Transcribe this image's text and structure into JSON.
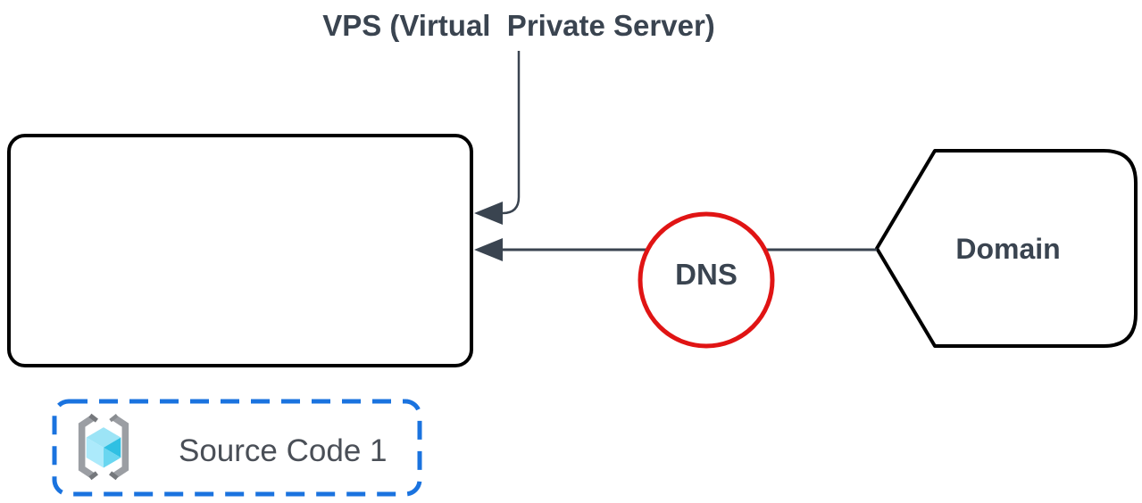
{
  "diagram": {
    "title": "VPS (Virtual  Private Server)",
    "labels": {
      "dns": "DNS",
      "domain": "Domain",
      "source_code": "Source Code 1"
    },
    "icons": {
      "source_code": "cube-in-brackets-icon"
    },
    "colors": {
      "connector": "#3a4450",
      "text": "#3a4450",
      "node_stroke": "#000000",
      "dns_circle_red": "#e01414",
      "source_dashed_blue": "#1a73df",
      "cube_cyan_dark": "#2fc0e3",
      "cube_cyan_light": "#9ce4f6",
      "bracket_gray": "#9b9ea3"
    },
    "connections": [
      {
        "from": "vps-title",
        "to": "vps-box",
        "style": "elbow-arrow"
      },
      {
        "from": "domain-node",
        "to": "vps-box",
        "via": "dns-circle",
        "style": "straight-arrow"
      }
    ]
  }
}
